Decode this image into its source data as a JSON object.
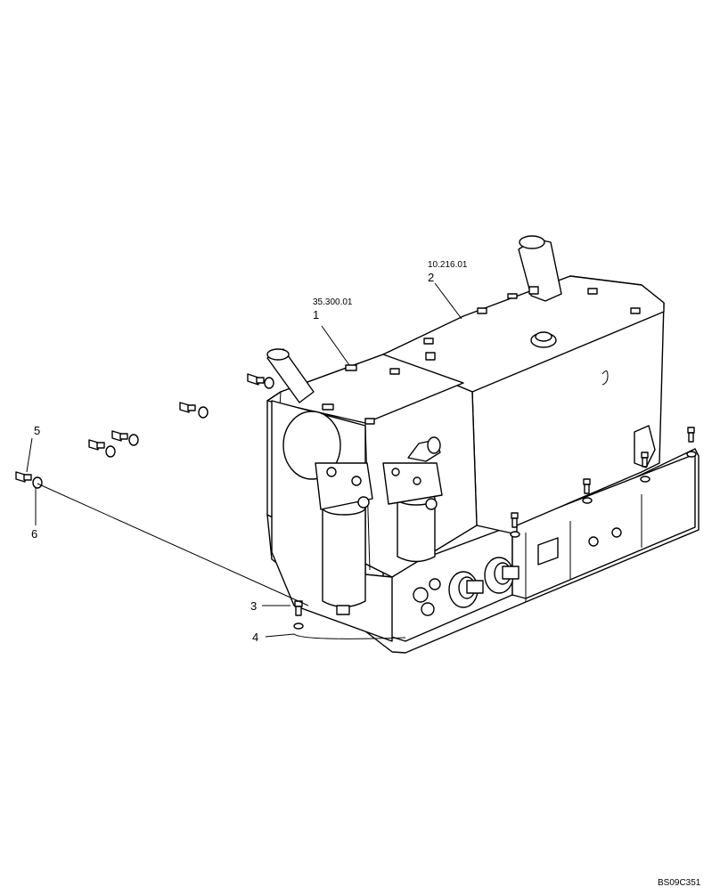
{
  "drawing_code": "BS09C351",
  "callouts": {
    "c1": {
      "number": "1",
      "reference": "35.300.01"
    },
    "c2": {
      "number": "2",
      "reference": "10.216.01"
    },
    "c3": {
      "number": "3"
    },
    "c4": {
      "number": "4"
    },
    "c5": {
      "number": "5"
    },
    "c6": {
      "number": "6"
    }
  }
}
